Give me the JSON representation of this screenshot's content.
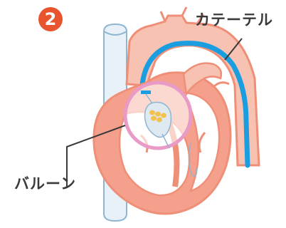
{
  "step": {
    "number": "2"
  },
  "labels": {
    "catheter": "カテーテル",
    "balloon": "バルーン"
  },
  "colors": {
    "heart_fill": "#f4a08c",
    "heart_stroke": "#ef8f78",
    "vessel_fill": "#e8f1f7",
    "vessel_stroke": "#8fb6d1",
    "catheter": "#1a9ee0",
    "ring": "#e99ac6",
    "badge": "#e8542e"
  }
}
